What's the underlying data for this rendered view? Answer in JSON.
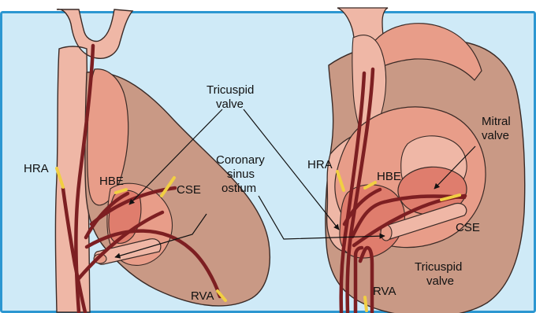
{
  "colors": {
    "frame_bg": "#cfeaf7",
    "frame_border": "#2c97d1",
    "tissue_light": "#efb7a6",
    "tissue_mid": "#e89d89",
    "tissue_dark": "#c99985",
    "valve_fill": "#df7d6d",
    "outline": "#3a2a26",
    "catheter": "#7d1f22",
    "electrode": "#f1cf43"
  },
  "left_view": {
    "labels": {
      "hra": "HRA",
      "hbe": "HBE",
      "cse": "CSE",
      "rva": "RVA"
    }
  },
  "right_view": {
    "labels": {
      "hra": "HRA",
      "hbe": "HBE",
      "cse": "CSE",
      "rva": "RVA"
    }
  },
  "callouts": {
    "tricuspid_valve_top": [
      "Tricuspid",
      "valve"
    ],
    "coronary_sinus_ostium": [
      "Coronary",
      "sinus",
      "ostium"
    ],
    "mitral_valve": [
      "Mitral",
      "valve"
    ],
    "tricuspid_valve_right": [
      "Tricuspid",
      "valve"
    ]
  }
}
